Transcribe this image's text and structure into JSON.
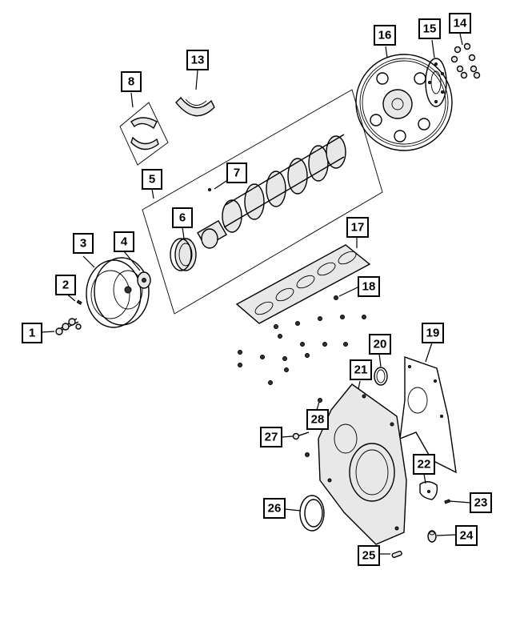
{
  "diagram": {
    "callouts": [
      {
        "id": "c1",
        "label": "1"
      },
      {
        "id": "c2",
        "label": "2"
      },
      {
        "id": "c3",
        "label": "3"
      },
      {
        "id": "c4",
        "label": "4"
      },
      {
        "id": "c5",
        "label": "5"
      },
      {
        "id": "c6",
        "label": "6"
      },
      {
        "id": "c7",
        "label": "7"
      },
      {
        "id": "c8",
        "label": "8"
      },
      {
        "id": "c13",
        "label": "13"
      },
      {
        "id": "c14",
        "label": "14"
      },
      {
        "id": "c15",
        "label": "15"
      },
      {
        "id": "c16",
        "label": "16"
      },
      {
        "id": "c17",
        "label": "17"
      },
      {
        "id": "c18",
        "label": "18"
      },
      {
        "id": "c19",
        "label": "19"
      },
      {
        "id": "c20",
        "label": "20"
      },
      {
        "id": "c21",
        "label": "21"
      },
      {
        "id": "c22",
        "label": "22"
      },
      {
        "id": "c23",
        "label": "23"
      },
      {
        "id": "c24",
        "label": "24"
      },
      {
        "id": "c25",
        "label": "25"
      },
      {
        "id": "c26",
        "label": "26"
      },
      {
        "id": "c27",
        "label": "27"
      },
      {
        "id": "c28",
        "label": "28"
      }
    ]
  }
}
